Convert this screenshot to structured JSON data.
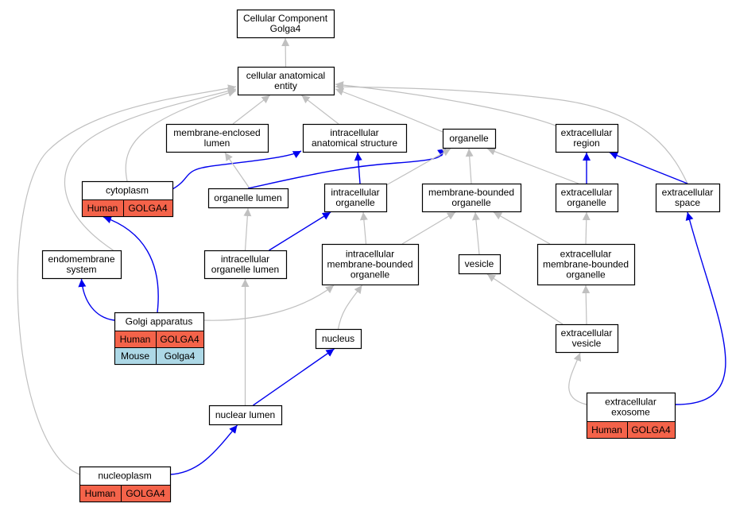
{
  "colors": {
    "grey_edge": "#c0c0c0",
    "blue_edge": "#0000ee",
    "human_fill": "#f4634a",
    "mouse_fill": "#add8e6",
    "node_fill": "#ffffff",
    "node_stroke": "#000000"
  },
  "nodes": [
    {
      "id": "root",
      "lines": [
        "Cellular Component",
        "Golga4"
      ]
    },
    {
      "id": "cae",
      "lines": [
        "cellular anatomical",
        "entity"
      ]
    },
    {
      "id": "mel",
      "lines": [
        "membrane-enclosed",
        "lumen"
      ]
    },
    {
      "id": "ias",
      "lines": [
        "intracellular",
        "anatomical structure"
      ]
    },
    {
      "id": "org",
      "lines": [
        "organelle"
      ]
    },
    {
      "id": "exr",
      "lines": [
        "extracellular",
        "region"
      ]
    },
    {
      "id": "cyt",
      "lines": [
        "cytoplasm"
      ],
      "rows": [
        [
          "Human",
          "GOLGA4"
        ]
      ]
    },
    {
      "id": "orl",
      "lines": [
        "organelle lumen"
      ]
    },
    {
      "id": "ico",
      "lines": [
        "intracellular",
        "organelle"
      ]
    },
    {
      "id": "mbo",
      "lines": [
        "membrane-bounded",
        "organelle"
      ]
    },
    {
      "id": "exo",
      "lines": [
        "extracellular",
        "organelle"
      ]
    },
    {
      "id": "exs",
      "lines": [
        "extracellular",
        "space"
      ]
    },
    {
      "id": "ems",
      "lines": [
        "endomembrane",
        "system"
      ]
    },
    {
      "id": "iol",
      "lines": [
        "intracellular",
        "organelle lumen"
      ]
    },
    {
      "id": "imb",
      "lines": [
        "intracellular",
        "membrane-bounded",
        "organelle"
      ]
    },
    {
      "id": "ves",
      "lines": [
        "vesicle"
      ]
    },
    {
      "id": "emb",
      "lines": [
        "extracellular",
        "membrane-bounded",
        "organelle"
      ]
    },
    {
      "id": "gol",
      "lines": [
        "Golgi apparatus"
      ],
      "rows": [
        [
          "Human",
          "GOLGA4"
        ],
        [
          "Mouse",
          "Golga4"
        ]
      ]
    },
    {
      "id": "nuc",
      "lines": [
        "nucleus"
      ]
    },
    {
      "id": "exv",
      "lines": [
        "extracellular",
        "vesicle"
      ]
    },
    {
      "id": "nlu",
      "lines": [
        "nuclear lumen"
      ]
    },
    {
      "id": "exx",
      "lines": [
        "extracellular",
        "exosome"
      ],
      "rows": [
        [
          "Human",
          "GOLGA4"
        ]
      ]
    },
    {
      "id": "nup",
      "lines": [
        "nucleoplasm"
      ],
      "rows": [
        [
          "Human",
          "GOLGA4"
        ]
      ]
    }
  ],
  "edges": [
    {
      "from": "cae",
      "to": "root",
      "kind": "grey"
    },
    {
      "from": "mel",
      "to": "cae",
      "kind": "grey"
    },
    {
      "from": "ias",
      "to": "cae",
      "kind": "grey"
    },
    {
      "from": "org",
      "to": "cae",
      "kind": "grey"
    },
    {
      "from": "exr",
      "to": "cae",
      "kind": "grey"
    },
    {
      "from": "cyt",
      "to": "cae",
      "kind": "grey"
    },
    {
      "from": "ems",
      "to": "cae",
      "kind": "grey"
    },
    {
      "from": "nup",
      "to": "cae",
      "kind": "grey"
    },
    {
      "from": "exs",
      "to": "cae",
      "kind": "grey"
    },
    {
      "from": "cyt",
      "to": "ias",
      "kind": "blue"
    },
    {
      "from": "orl",
      "to": "mel",
      "kind": "grey"
    },
    {
      "from": "orl",
      "to": "org",
      "kind": "blue"
    },
    {
      "from": "ico",
      "to": "ias",
      "kind": "blue"
    },
    {
      "from": "ico",
      "to": "org",
      "kind": "grey"
    },
    {
      "from": "mbo",
      "to": "org",
      "kind": "grey"
    },
    {
      "from": "exo",
      "to": "org",
      "kind": "grey"
    },
    {
      "from": "exo",
      "to": "exr",
      "kind": "blue"
    },
    {
      "from": "exs",
      "to": "exr",
      "kind": "blue"
    },
    {
      "from": "iol",
      "to": "orl",
      "kind": "grey"
    },
    {
      "from": "iol",
      "to": "ico",
      "kind": "blue"
    },
    {
      "from": "imb",
      "to": "ico",
      "kind": "grey"
    },
    {
      "from": "imb",
      "to": "mbo",
      "kind": "grey"
    },
    {
      "from": "ves",
      "to": "mbo",
      "kind": "grey"
    },
    {
      "from": "emb",
      "to": "mbo",
      "kind": "grey"
    },
    {
      "from": "emb",
      "to": "exo",
      "kind": "grey"
    },
    {
      "from": "gol",
      "to": "cyt",
      "kind": "blue"
    },
    {
      "from": "gol",
      "to": "ems",
      "kind": "blue"
    },
    {
      "from": "gol",
      "to": "imb",
      "kind": "grey"
    },
    {
      "from": "nuc",
      "to": "imb",
      "kind": "grey"
    },
    {
      "from": "exv",
      "to": "ves",
      "kind": "grey"
    },
    {
      "from": "exv",
      "to": "emb",
      "kind": "grey"
    },
    {
      "from": "nlu",
      "to": "iol",
      "kind": "grey"
    },
    {
      "from": "nlu",
      "to": "nuc",
      "kind": "blue"
    },
    {
      "from": "exx",
      "to": "exv",
      "kind": "grey"
    },
    {
      "from": "exx",
      "to": "exs",
      "kind": "blue"
    },
    {
      "from": "nup",
      "to": "nlu",
      "kind": "blue"
    }
  ]
}
